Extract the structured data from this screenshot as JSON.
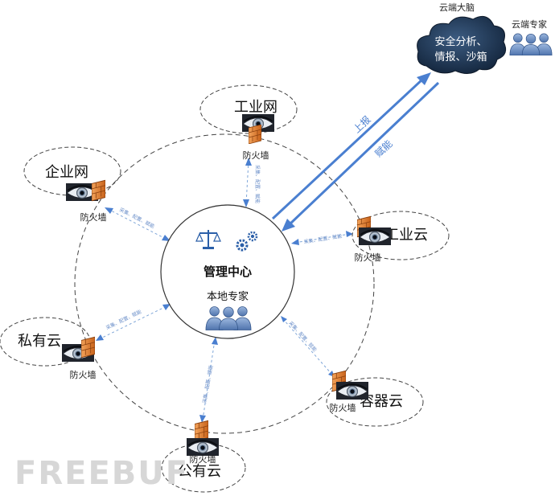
{
  "cloud": {
    "title": "云端大脑",
    "line1": "安全分析、",
    "line2": "情报、沙箱",
    "experts": "云端专家"
  },
  "arrows": {
    "up": "上报",
    "down": "赋能"
  },
  "center": {
    "title": "管理中心",
    "experts": "本地专家"
  },
  "firewall_label": "防火墙",
  "link_label": "采集、配置、赋能",
  "nodes": [
    {
      "id": "industrial-net",
      "label": "工业网"
    },
    {
      "id": "enterprise-net",
      "label": "企业网"
    },
    {
      "id": "industrial-cloud",
      "label": "工业云"
    },
    {
      "id": "private-cloud",
      "label": "私有云"
    },
    {
      "id": "container-cloud",
      "label": "容器云"
    },
    {
      "id": "public-cloud",
      "label": "公有云"
    }
  ],
  "watermark": "FREEBUF",
  "colors": {
    "accent": "#4a7fd0",
    "firewall": "#e8832a",
    "cloud": "#1f3a5a"
  }
}
